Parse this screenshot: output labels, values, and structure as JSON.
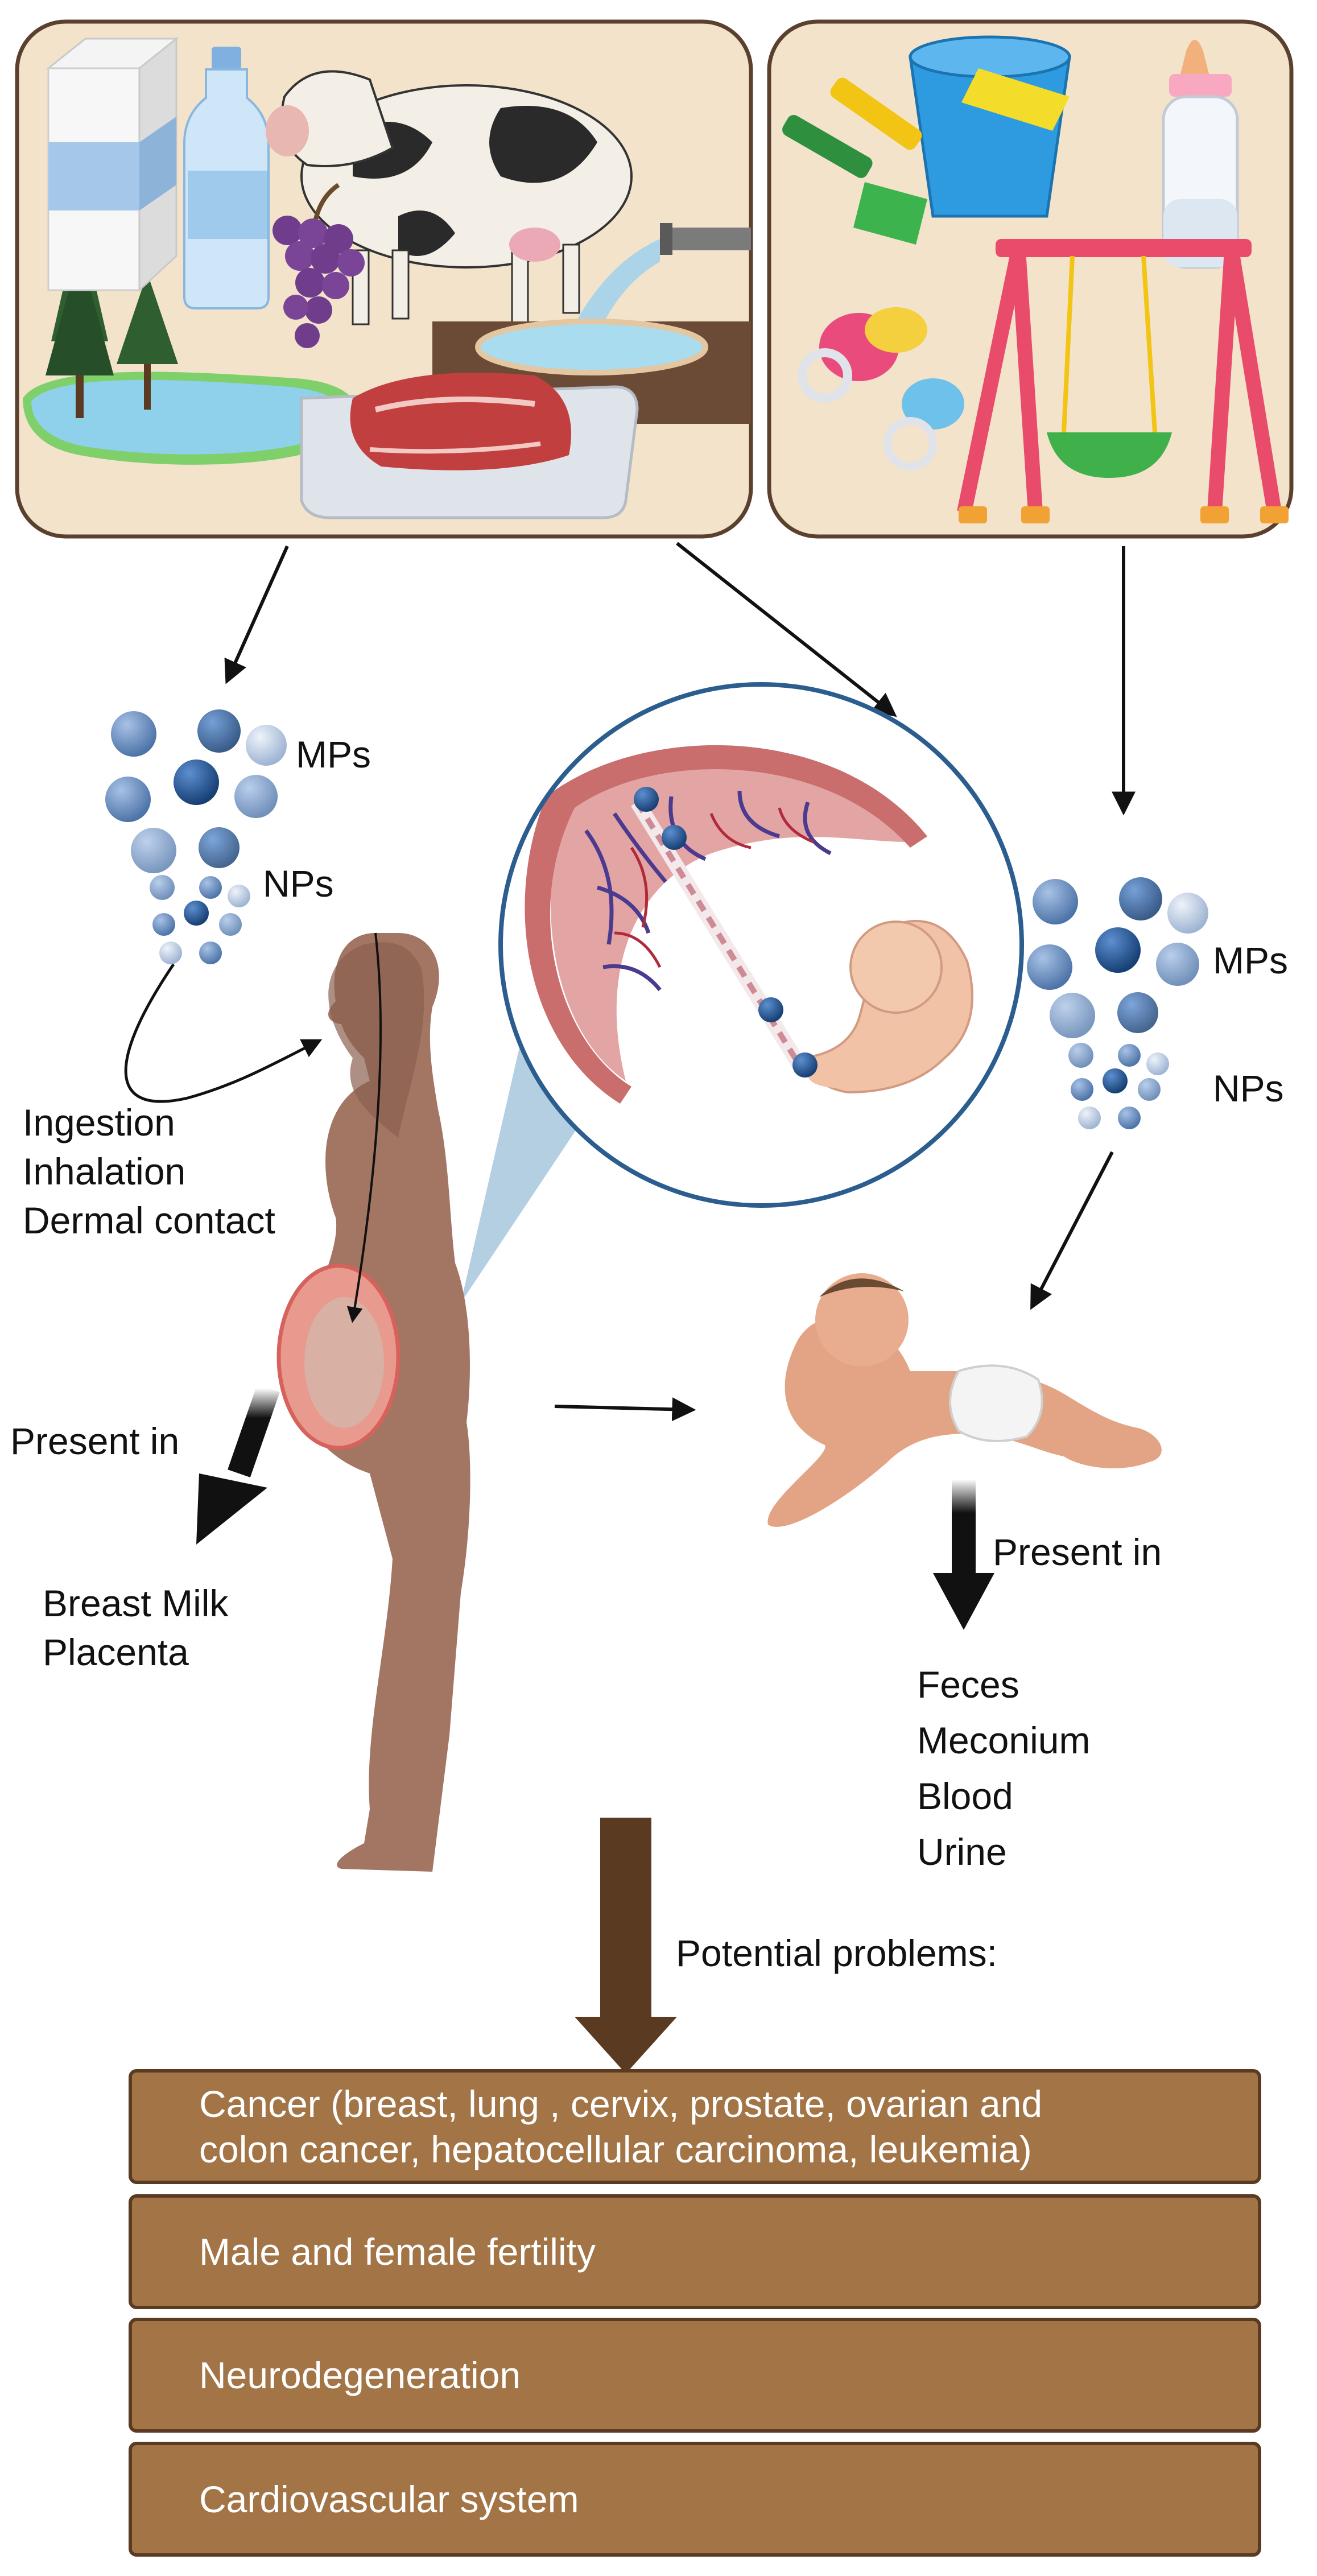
{
  "sources": {
    "food_environment_panel": [
      "milk-carton-icon",
      "water-bottle-icon",
      "cow-icon",
      "grapes-icon",
      "tree-icon",
      "lake-icon",
      "water-outlet-icon",
      "packaged-meat-icon"
    ],
    "children_products_panel": [
      "bucket-icon",
      "sand-shovel-icon",
      "baby-bottle-icon",
      "pacifier-icon",
      "teether-icon",
      "swing-icon"
    ]
  },
  "particles_left": {
    "mp_label": "MPs",
    "np_label": "NPs"
  },
  "particles_right": {
    "mp_label": "MPs",
    "np_label": "NPs"
  },
  "exposure_routes": [
    "Ingestion",
    "Inhalation",
    "Dermal contact"
  ],
  "mother": {
    "present_in_label": "Present in",
    "present_in_items": [
      "Breast Milk",
      "Placenta"
    ]
  },
  "infant": {
    "present_in_label": "Present in",
    "present_in_items": [
      "Feces",
      "Meconium",
      "Blood",
      "Urine"
    ]
  },
  "potential_problems_label": "Potential problems:",
  "problems": [
    [
      "Cancer (breast, lung , cervix, prostate, ovarian and",
      "colon cancer, hepatocellular carcinoma, leukemia)"
    ],
    [
      "Male and female fertility"
    ],
    [
      "Neurodegeneration"
    ],
    [
      "Cardiovascular system"
    ]
  ],
  "colors": {
    "panel_fill": "#f3e3cb",
    "panel_border": "#5b4030",
    "problem_box_fill": "#a27446",
    "problem_box_border": "#5a3b22",
    "big_arrow": "#5a3b22",
    "particle_dark": "#1f4f8a",
    "particle_light": "#a9bfdc",
    "skin": "#a37563"
  }
}
